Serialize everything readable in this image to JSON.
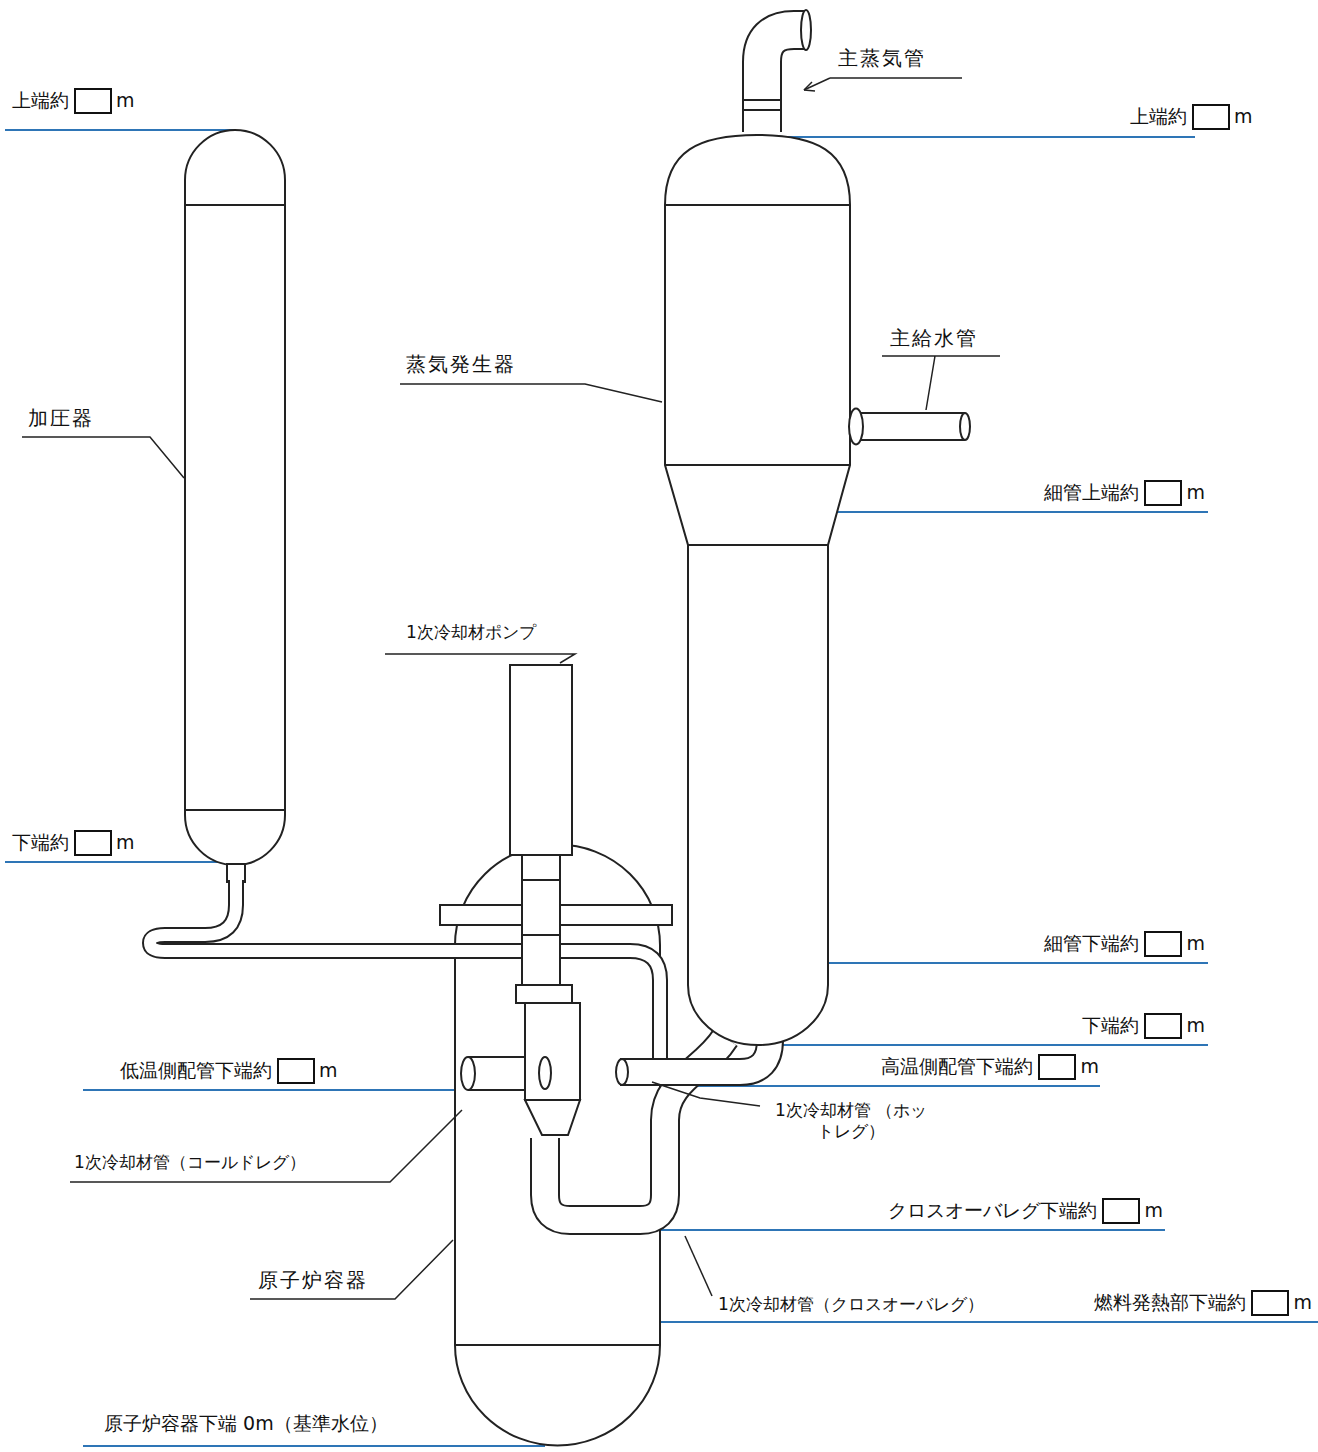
{
  "diagram": {
    "labels": [
      "上端約",
      "m",
      "主蒸気管",
      "上端約",
      "m",
      "加圧器",
      "蒸気発生器",
      "主給水管",
      "細管上端約",
      "m",
      "1次冷却材ポンプ",
      "下端約",
      "m",
      "細管下端約",
      "m",
      "下端約",
      "m",
      "低温側配管下端約",
      "m",
      "高温側配管下端約",
      "m",
      "1次冷却材管 （ホットレグ）",
      "1次冷却材管（コールドレグ）",
      "クロスオーバレグ下端約",
      "m",
      "原子炉容器",
      "1次冷却材管（クロスオーバレグ）",
      "燃料発熱部下端約",
      "m",
      "原子炉容器下端 0m（基準水位）"
    ]
  }
}
